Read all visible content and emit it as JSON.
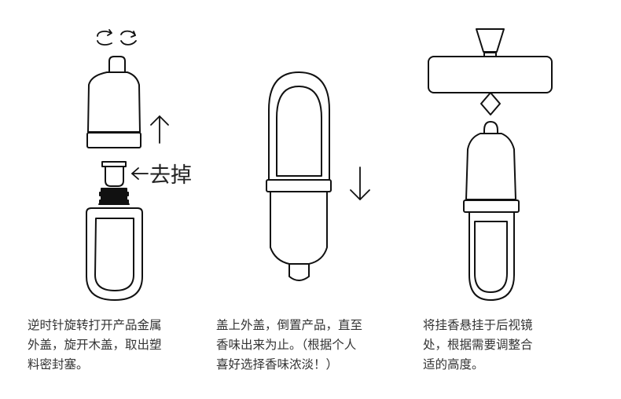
{
  "steps": [
    {
      "caption": "逆时针旋转打开产品金属\n外盖，旋开木盖，取出塑\n料密封塞。",
      "label": "去掉"
    },
    {
      "caption": "盖上外盖，倒置产品，直至\n香味出来为止。（根据个人\n喜好选择香味浓淡！）"
    },
    {
      "caption": "将挂香悬挂于后视镜\n处，根据需要调整合\n适的高度。"
    }
  ],
  "colors": {
    "line": "#111111",
    "text": "#333333",
    "background": "#ffffff"
  },
  "icons": [
    "rotate-arrows-icon",
    "arrow-up-icon",
    "arrow-left-icon",
    "arrow-down-icon"
  ]
}
